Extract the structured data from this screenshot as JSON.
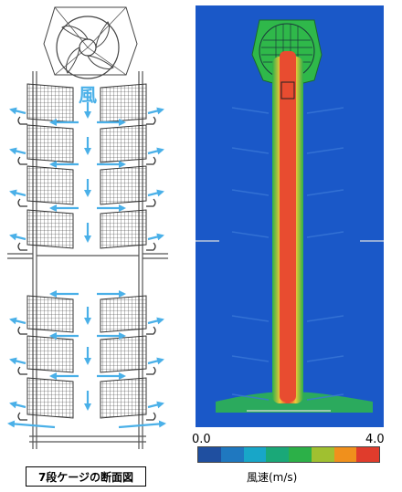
{
  "left_panel": {
    "wind_label": "風",
    "caption": "7段ケージの断面図"
  },
  "right_panel": {
    "colorbar": {
      "min_label": "0.0",
      "max_label": "4.0",
      "title": "風速(m/s)",
      "colors": [
        "#1f4fa0",
        "#1f78c0",
        "#18a6c8",
        "#1aa878",
        "#2cb048",
        "#a0c030",
        "#f0901c",
        "#e03c2c"
      ]
    }
  },
  "colors": {
    "arrow": "#4ab0e8",
    "field_background": "#1a58c8",
    "jet_core": "#e84c30",
    "jet_halo": "#f0c838",
    "fan_zone": "#2fb84a"
  }
}
